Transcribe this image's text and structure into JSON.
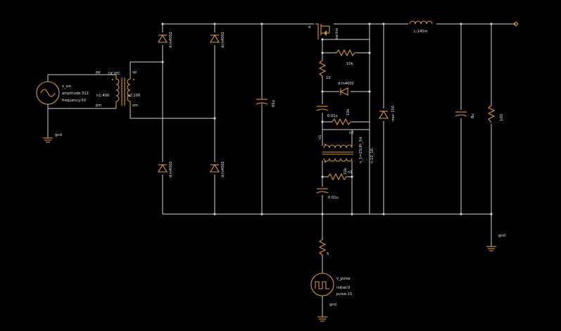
{
  "source": {
    "name": "v_sin",
    "amplitude": "amplitude:312",
    "frequency": "frequency:50",
    "ground": "gnd"
  },
  "transformer": {
    "type": "DC/DC",
    "n1": "n1:400",
    "n2": "n2:100",
    "pp": "pp",
    "pm": "pm",
    "sp": "sp",
    "sm": "sm"
  },
  "bridge": {
    "d1": "d:in4002",
    "d2": "d:in4002",
    "d3": "d:in4002",
    "d4": "d:in4002"
  },
  "bulk_cap": "65u",
  "switch": {
    "name": "sw:Inv",
    "dot": "d"
  },
  "snubber": {
    "r1": "10k",
    "r2": "10",
    "diode": "d:in4002",
    "cap": "0.01u",
    "r3": "10k"
  },
  "pulse_xfmr": {
    "name": "n1",
    "n2": "n2",
    "label": "n_1=25UH_3d",
    "ratio": "n:10_10",
    "r": "10k",
    "n1": "n1",
    "cap": "0.01u"
  },
  "freewheel_diode": "mur 150",
  "inductor": "L:145m",
  "out_cap": "8u",
  "load": "100",
  "ground_main": "gnd",
  "gate_r": "5",
  "pulse": {
    "name": "v_pulse",
    "initial": "initial:0",
    "pulse": "pulse:15",
    "ground": "gnd"
  }
}
